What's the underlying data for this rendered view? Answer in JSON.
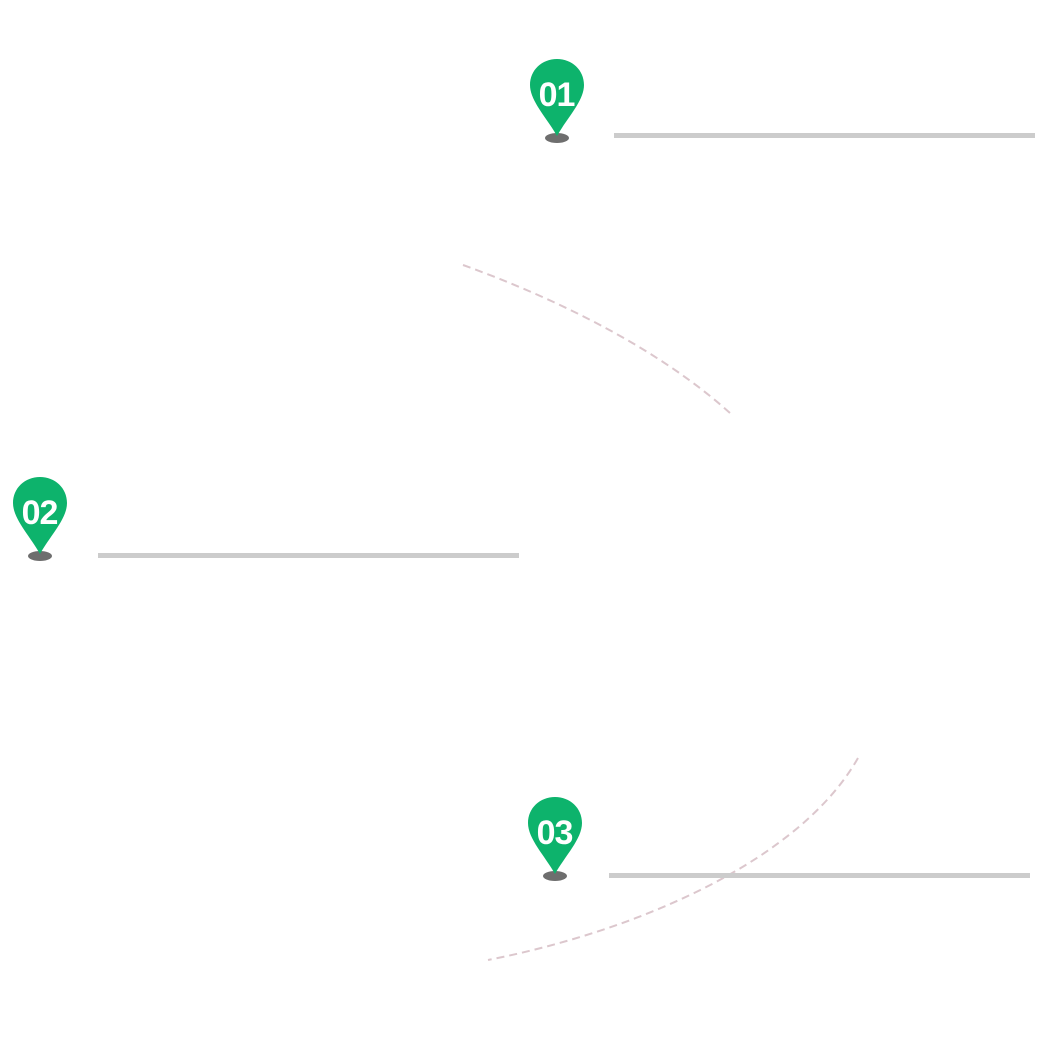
{
  "markers": [
    {
      "number": "01"
    },
    {
      "number": "02"
    },
    {
      "number": "03"
    }
  ],
  "colors": {
    "marker_fill": "#0db36c",
    "marker_shadow": "#555555",
    "divider": "#cccccc",
    "dashed_curve": "#dcc7cd"
  },
  "icons": {
    "marker": "map-pin-icon"
  }
}
